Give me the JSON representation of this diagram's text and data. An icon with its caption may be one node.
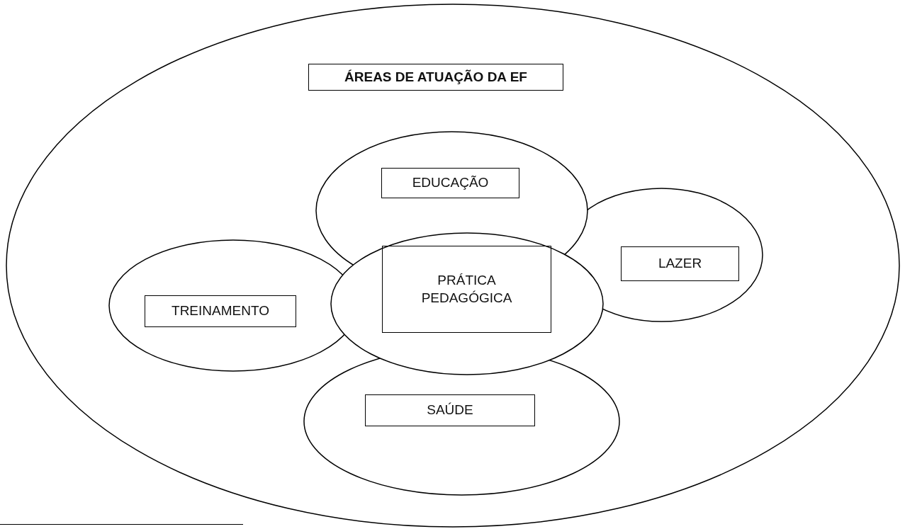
{
  "diagram": {
    "nodes": [
      {
        "text": [
          "ÁREAS DE ATUAÇÃO DA EF"
        ]
      },
      {
        "text": [
          "EDUCAÇÃO"
        ],
        "in": 0
      },
      {
        "text": [
          "LAZER"
        ],
        "in": 0
      },
      {
        "text": [
          "TREINAMENTO"
        ],
        "in": 0
      },
      {
        "text": [
          "PRÁTICA PEDAGÓGICA"
        ],
        "in": 0
      },
      {
        "text": [
          "SAÚDE"
        ],
        "in": 0
      }
    ],
    "edges": []
  }
}
